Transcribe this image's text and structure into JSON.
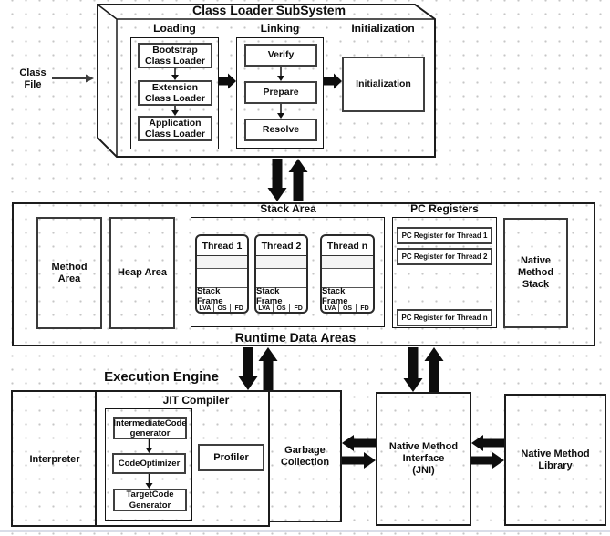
{
  "class_file": {
    "label": "Class\nFile"
  },
  "class_loader": {
    "title": "Class Loader SubSystem",
    "loading": {
      "label": "Loading",
      "items": [
        "Bootstrap\nClass Loader",
        "Extension\nClass Loader",
        "Application\nClass Loader"
      ]
    },
    "linking": {
      "label": "Linking",
      "items": [
        "Verify",
        "Prepare",
        "Resolve"
      ]
    },
    "initialization": {
      "label": "Initialization",
      "box_label": "Initialization"
    }
  },
  "runtime": {
    "title": "Runtime Data Areas",
    "method_area": "Method\nArea",
    "heap_area": "Heap Area",
    "stack_area": {
      "label": "Stack Area",
      "threads": [
        {
          "title": "Thread 1",
          "frame_label": "Stack Frame",
          "cells": [
            "LVA",
            "OS",
            "FD"
          ]
        },
        {
          "title": "Thread 2",
          "frame_label": "Stack Frame",
          "cells": [
            "LVA",
            "OS",
            "FD"
          ]
        },
        {
          "title": "Thread n",
          "frame_label": "Stack Frame",
          "cells": [
            "LVA",
            "OS",
            "FD"
          ]
        }
      ]
    },
    "pc_registers": {
      "label": "PC Registers",
      "items": [
        "PC Register for Thread 1",
        "PC Register for Thread 2",
        "PC Register for Thread n"
      ]
    },
    "native_method_stack": "Native\nMethod\nStack"
  },
  "execution_engine": {
    "title": "Execution Engine",
    "interpreter": "Interpreter",
    "jit_compiler": {
      "label": "JIT Compiler",
      "stages": [
        "IntermediateCode\ngenerator",
        "CodeOptimizer",
        "TargetCode\nGenerator"
      ]
    },
    "profiler": "Profiler"
  },
  "garbage_collection": "Garbage\nCollection",
  "native_method_interface": "Native Method\nInterface\n(JNI)",
  "native_method_library": "Native Method\nLibrary",
  "colors": {
    "line": "#1a1a1a",
    "background": "#ffffff",
    "dot_grid": "#c6c6c6",
    "arrow": "#0d0d0d"
  }
}
